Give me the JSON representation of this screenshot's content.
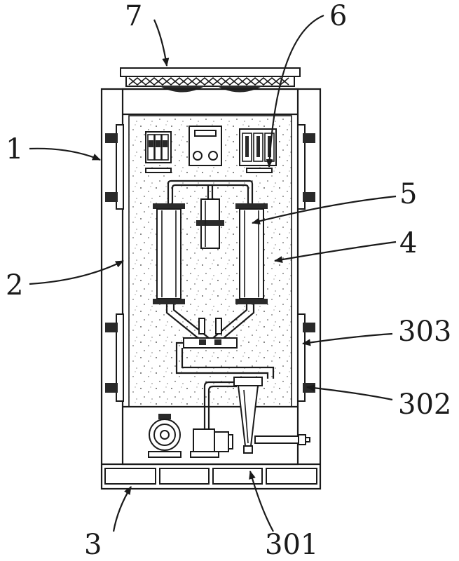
{
  "labels": {
    "l1": "1",
    "l2": "2",
    "l3": "3",
    "l301": "301",
    "l302": "302",
    "l303": "303",
    "l4": "4",
    "l5": "5",
    "l6": "6",
    "l7": "7"
  }
}
